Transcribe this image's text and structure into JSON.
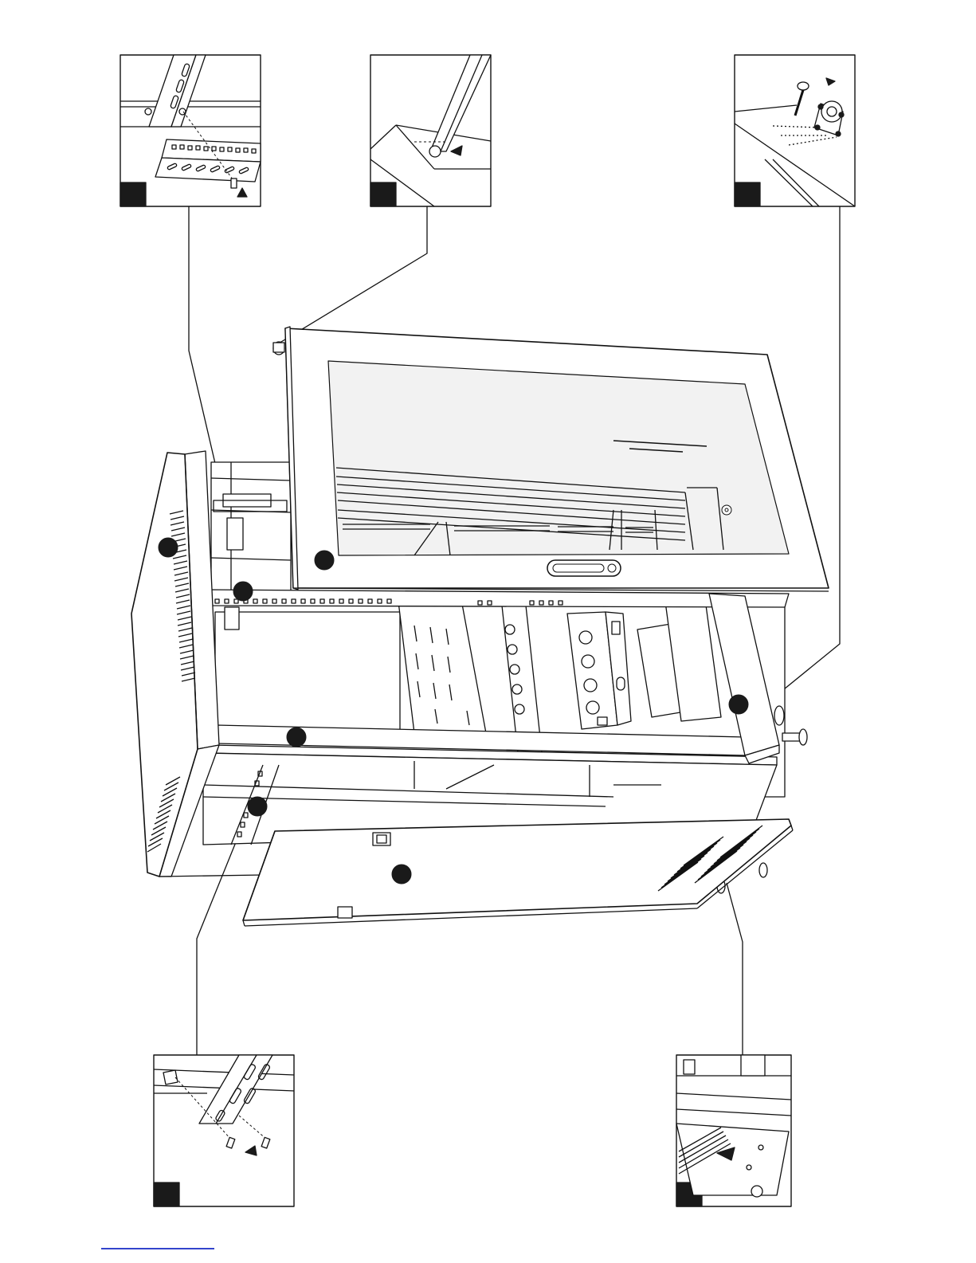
{
  "diagram": {
    "colors": {
      "line": "#111111",
      "glass": "#f2f2f2",
      "marker": "#1a1a1a",
      "link": "#3344cc"
    },
    "detail_views": [
      {
        "id": "rail-mount-top"
      },
      {
        "id": "door-hinge-pin"
      },
      {
        "id": "caster-mount"
      },
      {
        "id": "rail-mount-bottom"
      },
      {
        "id": "panel-lock"
      }
    ],
    "callout_markers": [
      {
        "id": "side-panel"
      },
      {
        "id": "front-door"
      },
      {
        "id": "vertical-rail-top"
      },
      {
        "id": "frame-crossbar"
      },
      {
        "id": "rear-corner"
      },
      {
        "id": "vertical-rail-bottom"
      },
      {
        "id": "bottom-panel"
      }
    ]
  }
}
